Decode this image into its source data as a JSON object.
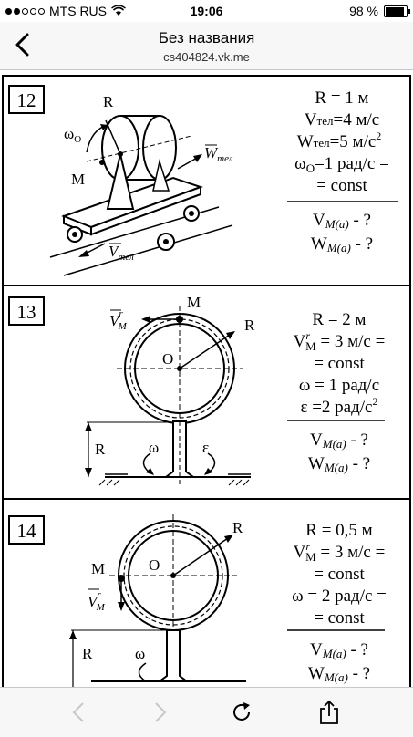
{
  "status_bar": {
    "carrier": "MTS RUS",
    "time": "19:06",
    "battery": "98 %",
    "battery_level": 0.98
  },
  "nav": {
    "title": "Без названия",
    "subtitle": "cs404824.vk.me"
  },
  "problems": [
    {
      "number": "12",
      "figure": {
        "R": "R",
        "omega_o": "ωO",
        "M": "M",
        "W": "W",
        "W_sub": "тел",
        "V": "V",
        "V_sub": "тел"
      },
      "givens": [
        "R = 1 м",
        "Vтел=4 м/с",
        "Wтел=5 м/с²",
        "ωO=1 рад/с =",
        "= const"
      ],
      "questions": [
        "VM(a) - ?",
        "WM(a) - ?"
      ]
    },
    {
      "number": "13",
      "figure": {
        "M": "M",
        "R": "R",
        "O": "O",
        "V": "V",
        "V_sup": "r",
        "V_sub": "M",
        "R_left": "R",
        "omega": "ω",
        "epsilon": "ε"
      },
      "givens": [
        "R = 2 м",
        "V",
        "= const",
        "ω = 1 рад/с",
        "ε =2 рад/с²"
      ],
      "givens_rows": [
        "R = 2 м",
        "VrM = 3 м/с =",
        "= const",
        "ω = 1 рад/с",
        "ε =2 рад/с²"
      ],
      "questions": [
        "VM(a) - ?",
        "WM(a) - ?"
      ]
    },
    {
      "number": "14",
      "figure": {
        "M": "M",
        "R": "R",
        "O": "O",
        "V": "V",
        "V_sup": "r",
        "V_sub": "M",
        "R_left": "R",
        "omega": "ω"
      },
      "givens_rows": [
        "R = 0,5 м",
        "VrM = 3 м/с =",
        "= const",
        "ω = 2 рад/с =",
        "= const"
      ],
      "questions": [
        "VM(a) - ?",
        "WM(a) - ?"
      ]
    }
  ],
  "text": {
    "p12": {
      "g1": "R = 1 м",
      "g2a": "V",
      "g2b": "тел",
      "g2c": "=4 м/с",
      "g3a": "W",
      "g3b": "тел",
      "g3c": "=5 м/с",
      "g3d": "2",
      "g4a": "ω",
      "g4b": "O",
      "g4c": "=1 рад/с =",
      "g5": "= const",
      "q1a": "V",
      "q1b": "M(a)",
      "q1c": " - ?",
      "q2a": "W",
      "q2b": "M(a)",
      "q2c": " - ?"
    },
    "p13": {
      "g1": "R = 2 м",
      "g2a": "V",
      "g2sup": "r",
      "g2b": "M",
      "g2c": " = 3 м/с =",
      "g3": "= const",
      "g4": "ω = 1 рад/с",
      "g5a": "ε =2 рад/с",
      "g5b": "2",
      "q1a": "V",
      "q1b": "M(a)",
      "q1c": " - ?",
      "q2a": "W",
      "q2b": "M(a)",
      "q2c": " - ?"
    },
    "p14": {
      "g1": "R = 0,5 м",
      "g2a": "V",
      "g2sup": "r",
      "g2b": "M",
      "g2c": " = 3 м/с =",
      "g3": "= const",
      "g4": "ω = 2 рад/с =",
      "g5": "= const",
      "q1a": "V",
      "q1b": "M(a)",
      "q1c": " - ?",
      "q2a": "W",
      "q2b": "M(a)",
      "q2c": " - ?"
    }
  }
}
